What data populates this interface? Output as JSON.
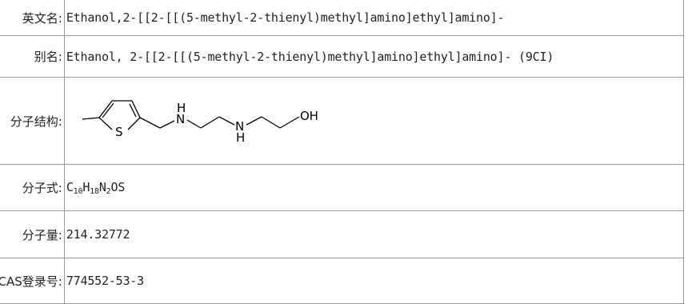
{
  "rows": [
    {
      "label": "英文名:",
      "value": "Ethanol,2-[[2-[[(5-methyl-2-thienyl)methyl]amino]ethyl]amino]-"
    },
    {
      "label": "别名:",
      "value": "Ethanol, 2-[[2-[[(5-methyl-2-thienyl)methyl]amino]ethyl]amino]- (9CI)"
    },
    {
      "label": "分子结构:"
    },
    {
      "label": "分子式:",
      "formula": [
        {
          "t": "C"
        },
        {
          "t": "10",
          "sub": true
        },
        {
          "t": "H"
        },
        {
          "t": "18",
          "sub": true
        },
        {
          "t": "N"
        },
        {
          "t": "2",
          "sub": true
        },
        {
          "t": "OS"
        }
      ]
    },
    {
      "label": "分子量:",
      "value": "214.32772"
    },
    {
      "label": "CAS登录号:",
      "value": "774552-53-3"
    }
  ],
  "structure": {
    "atoms": {
      "s": "S",
      "nh1_h": "H",
      "nh1_n": "N",
      "nh2_n": "N",
      "nh2_h": "H",
      "oh": "OH"
    }
  }
}
